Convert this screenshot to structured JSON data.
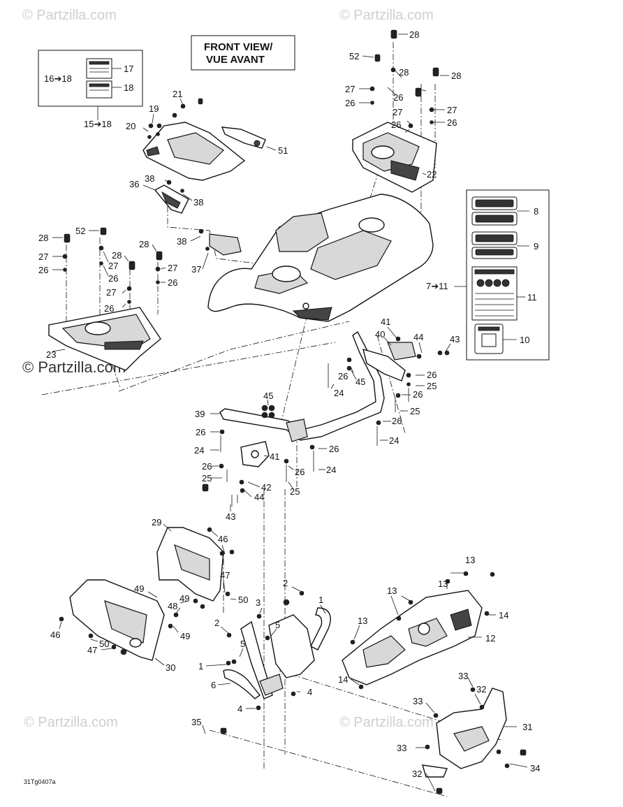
{
  "title_box": {
    "line1": "FRONT VIEW/",
    "line2": "VUE AVANT"
  },
  "inset_left": {
    "ref": "16➔18",
    "note": "15➔18",
    "items": [
      "17",
      "18"
    ]
  },
  "inset_right": {
    "ref": "7➔11",
    "items": [
      "8",
      "9",
      "11",
      "10"
    ]
  },
  "watermark": "© Partzilla.com",
  "figure_code": "31Tg0407a",
  "callouts": [
    {
      "id": "c28a",
      "text": "28"
    },
    {
      "id": "c52a",
      "text": "52"
    },
    {
      "id": "c28b",
      "text": "28"
    },
    {
      "id": "c28c",
      "text": "28"
    },
    {
      "id": "c27a",
      "text": "27"
    },
    {
      "id": "c26a",
      "text": "26"
    },
    {
      "id": "c26b",
      "text": "26"
    },
    {
      "id": "c27b",
      "text": "27"
    },
    {
      "id": "c26c",
      "text": "26"
    },
    {
      "id": "c27c",
      "text": "27"
    },
    {
      "id": "c26d",
      "text": "26"
    },
    {
      "id": "c22",
      "text": "22"
    },
    {
      "id": "c21",
      "text": "21"
    },
    {
      "id": "c19",
      "text": "19"
    },
    {
      "id": "c20",
      "text": "20"
    },
    {
      "id": "c51",
      "text": "51"
    },
    {
      "id": "c38a",
      "text": "38"
    },
    {
      "id": "c36",
      "text": "36"
    },
    {
      "id": "c38b",
      "text": "38"
    },
    {
      "id": "c38c",
      "text": "38"
    },
    {
      "id": "c37",
      "text": "37"
    },
    {
      "id": "c28d",
      "text": "28"
    },
    {
      "id": "c52b",
      "text": "52"
    },
    {
      "id": "c28e",
      "text": "28"
    },
    {
      "id": "c28f",
      "text": "28"
    },
    {
      "id": "c27d",
      "text": "27"
    },
    {
      "id": "c26e",
      "text": "26"
    },
    {
      "id": "c27e",
      "text": "27"
    },
    {
      "id": "c26f",
      "text": "26"
    },
    {
      "id": "c27f",
      "text": "27"
    },
    {
      "id": "c26g",
      "text": "26"
    },
    {
      "id": "c27g",
      "text": "27"
    },
    {
      "id": "c26h",
      "text": "26"
    },
    {
      "id": "c23",
      "text": "23"
    },
    {
      "id": "c8",
      "text": "8"
    },
    {
      "id": "c9",
      "text": "9"
    },
    {
      "id": "c11",
      "text": "11"
    },
    {
      "id": "c10",
      "text": "10"
    },
    {
      "id": "c41a",
      "text": "41"
    },
    {
      "id": "c40",
      "text": "40"
    },
    {
      "id": "c44a",
      "text": "44"
    },
    {
      "id": "c43a",
      "text": "43"
    },
    {
      "id": "c26i",
      "text": "26"
    },
    {
      "id": "c45a",
      "text": "45"
    },
    {
      "id": "c26j",
      "text": "26"
    },
    {
      "id": "c25a",
      "text": "25"
    },
    {
      "id": "c24a",
      "text": "24"
    },
    {
      "id": "c26k",
      "text": "26"
    },
    {
      "id": "c25b",
      "text": "25"
    },
    {
      "id": "c26l",
      "text": "26"
    },
    {
      "id": "c24b",
      "text": "24"
    },
    {
      "id": "c45b",
      "text": "45"
    },
    {
      "id": "c39",
      "text": "39"
    },
    {
      "id": "c26m",
      "text": "26"
    },
    {
      "id": "c24c",
      "text": "24"
    },
    {
      "id": "c26n",
      "text": "26"
    },
    {
      "id": "c41b",
      "text": "41"
    },
    {
      "id": "c26o",
      "text": "26"
    },
    {
      "id": "c24d",
      "text": "24"
    },
    {
      "id": "c26p",
      "text": "26"
    },
    {
      "id": "c25c",
      "text": "25"
    },
    {
      "id": "c42",
      "text": "42"
    },
    {
      "id": "c44b",
      "text": "44"
    },
    {
      "id": "c25d",
      "text": "25"
    },
    {
      "id": "c43b",
      "text": "43"
    },
    {
      "id": "c29",
      "text": "29"
    },
    {
      "id": "c46a",
      "text": "46"
    },
    {
      "id": "c47a",
      "text": "47"
    },
    {
      "id": "c50a",
      "text": "50"
    },
    {
      "id": "c49a",
      "text": "49"
    },
    {
      "id": "c49b",
      "text": "49"
    },
    {
      "id": "c48",
      "text": "48"
    },
    {
      "id": "c46b",
      "text": "46"
    },
    {
      "id": "c50b",
      "text": "50"
    },
    {
      "id": "c47b",
      "text": "47"
    },
    {
      "id": "c49c",
      "text": "49"
    },
    {
      "id": "c30",
      "text": "30"
    },
    {
      "id": "c2a",
      "text": "2"
    },
    {
      "id": "c1a",
      "text": "1"
    },
    {
      "id": "c3",
      "text": "3"
    },
    {
      "id": "c2b",
      "text": "2"
    },
    {
      "id": "c5a",
      "text": "5"
    },
    {
      "id": "c5b",
      "text": "5"
    },
    {
      "id": "c1b",
      "text": "1"
    },
    {
      "id": "c6",
      "text": "6"
    },
    {
      "id": "c4a",
      "text": "4"
    },
    {
      "id": "c4b",
      "text": "4"
    },
    {
      "id": "c13a",
      "text": "13"
    },
    {
      "id": "c13b",
      "text": "13"
    },
    {
      "id": "c13c",
      "text": "13"
    },
    {
      "id": "c14a",
      "text": "14"
    },
    {
      "id": "c13d",
      "text": "13"
    },
    {
      "id": "c12",
      "text": "12"
    },
    {
      "id": "c14b",
      "text": "14"
    },
    {
      "id": "c33a",
      "text": "33"
    },
    {
      "id": "c32a",
      "text": "32"
    },
    {
      "id": "c33b",
      "text": "33"
    },
    {
      "id": "c31",
      "text": "31"
    },
    {
      "id": "c35",
      "text": "35"
    },
    {
      "id": "c33c",
      "text": "33"
    },
    {
      "id": "c34",
      "text": "34"
    },
    {
      "id": "c32b",
      "text": "32"
    }
  ]
}
